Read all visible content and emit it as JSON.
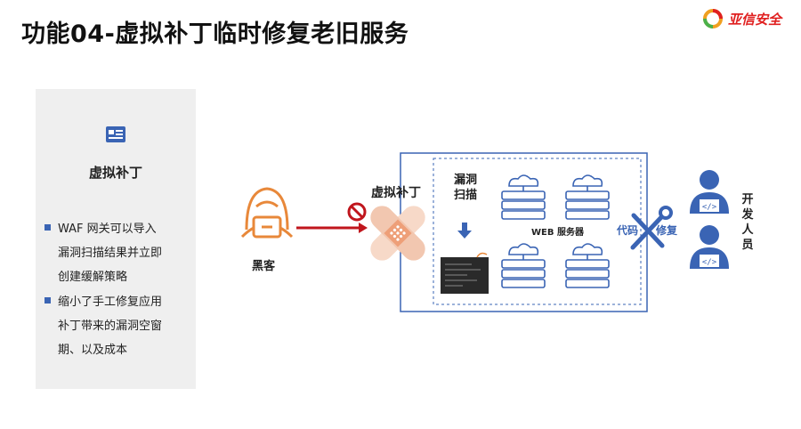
{
  "header": {
    "title": "功能04-虚拟补丁临时修复老旧服务"
  },
  "logo": {
    "text": "亚信安全"
  },
  "panel": {
    "title": "虚拟补丁",
    "bullets": [
      {
        "lines": [
          "WAF 网关可以导入",
          "漏洞扫描结果并立即",
          "创建缓解策略"
        ]
      },
      {
        "lines": [
          "缩小了手工修复应用",
          "补丁带来的漏洞空窗",
          "期、以及成本"
        ]
      }
    ]
  },
  "diagram": {
    "hacker_label": "黑客",
    "patch_label": "虚拟补丁",
    "scan_label_1": "漏洞",
    "scan_label_2": "扫描",
    "web_server_label": "WEB 服务器",
    "code_label": "代码",
    "fix_label": "修复",
    "developers_label": [
      "开",
      "发",
      "人",
      "员"
    ]
  },
  "colors": {
    "accent_blue": "#3a64b4",
    "arrow_red": "#c0161d",
    "hacker_orange": "#e8883a",
    "patch_peach": "#f2c7b0"
  }
}
